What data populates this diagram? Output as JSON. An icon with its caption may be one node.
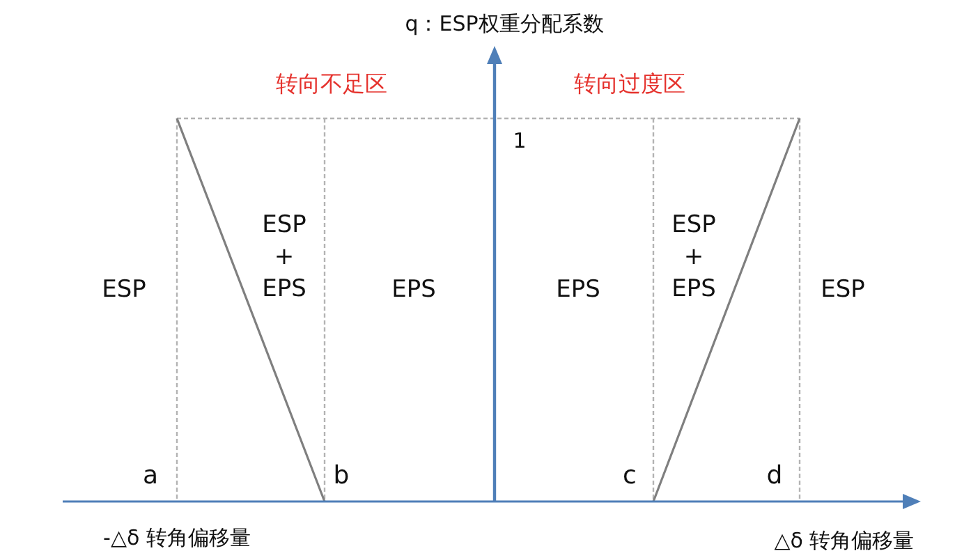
{
  "diagram": {
    "labels": [
      "q：ESP权重分配系数",
      "转向不足区",
      "转向过度区",
      "1",
      "ESP",
      "ESP + EPS",
      "EPS",
      "EPS",
      "ESP + EPS",
      "ESP",
      "a",
      "b",
      "c",
      "d",
      "-△δ 转角偏移量",
      "△δ 转角偏移量"
    ]
  }
}
